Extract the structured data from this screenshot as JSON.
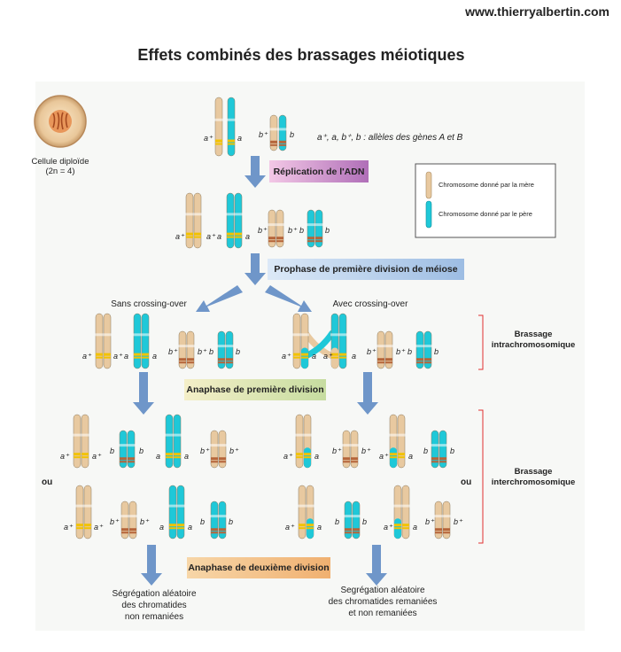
{
  "site": "www.thierryalbertin.com",
  "title": "Effets combinés des brassages méiotiques",
  "cell_label_line1": "Cellule diploïde",
  "cell_label_line2": "(2n = 4)",
  "allele_legend": "a⁺, a, b⁺, b : allèles des gènes A et B",
  "legend": {
    "mother": "Chromosome donné par la mère",
    "father": "Chromosome donné par le père"
  },
  "steps": {
    "replication": "Réplication de l'ADN",
    "prophase": "Prophase de première division de méiose",
    "anaphase1": "Anaphase de première division",
    "anaphase2": "Anaphase de deuxième division"
  },
  "branches": {
    "left": "Sans crossing-over",
    "right": "Avec crossing-over"
  },
  "brackets": {
    "intra_line1": "Brassage",
    "intra_line2": "intrachromosomique",
    "inter_line1": "Brassage",
    "inter_line2": "interchromosomique"
  },
  "ou": "ou",
  "alleles": {
    "a_plus": "a⁺",
    "a": "a",
    "b_plus": "b⁺",
    "b": "b"
  },
  "bottom_left": [
    "Ségrégation aléatoire",
    "des chromatides",
    "non remaniées"
  ],
  "bottom_right": [
    "Segrégation aléatoire",
    "des chromatides remaniées",
    "et non remaniées"
  ],
  "colors": {
    "mother": "#e8c9a0",
    "father": "#1fc8d8",
    "gene_a": "#f2c200",
    "gene_b": "#b5653a",
    "arrow": "#6f96c9",
    "bracket": "#e03030"
  }
}
